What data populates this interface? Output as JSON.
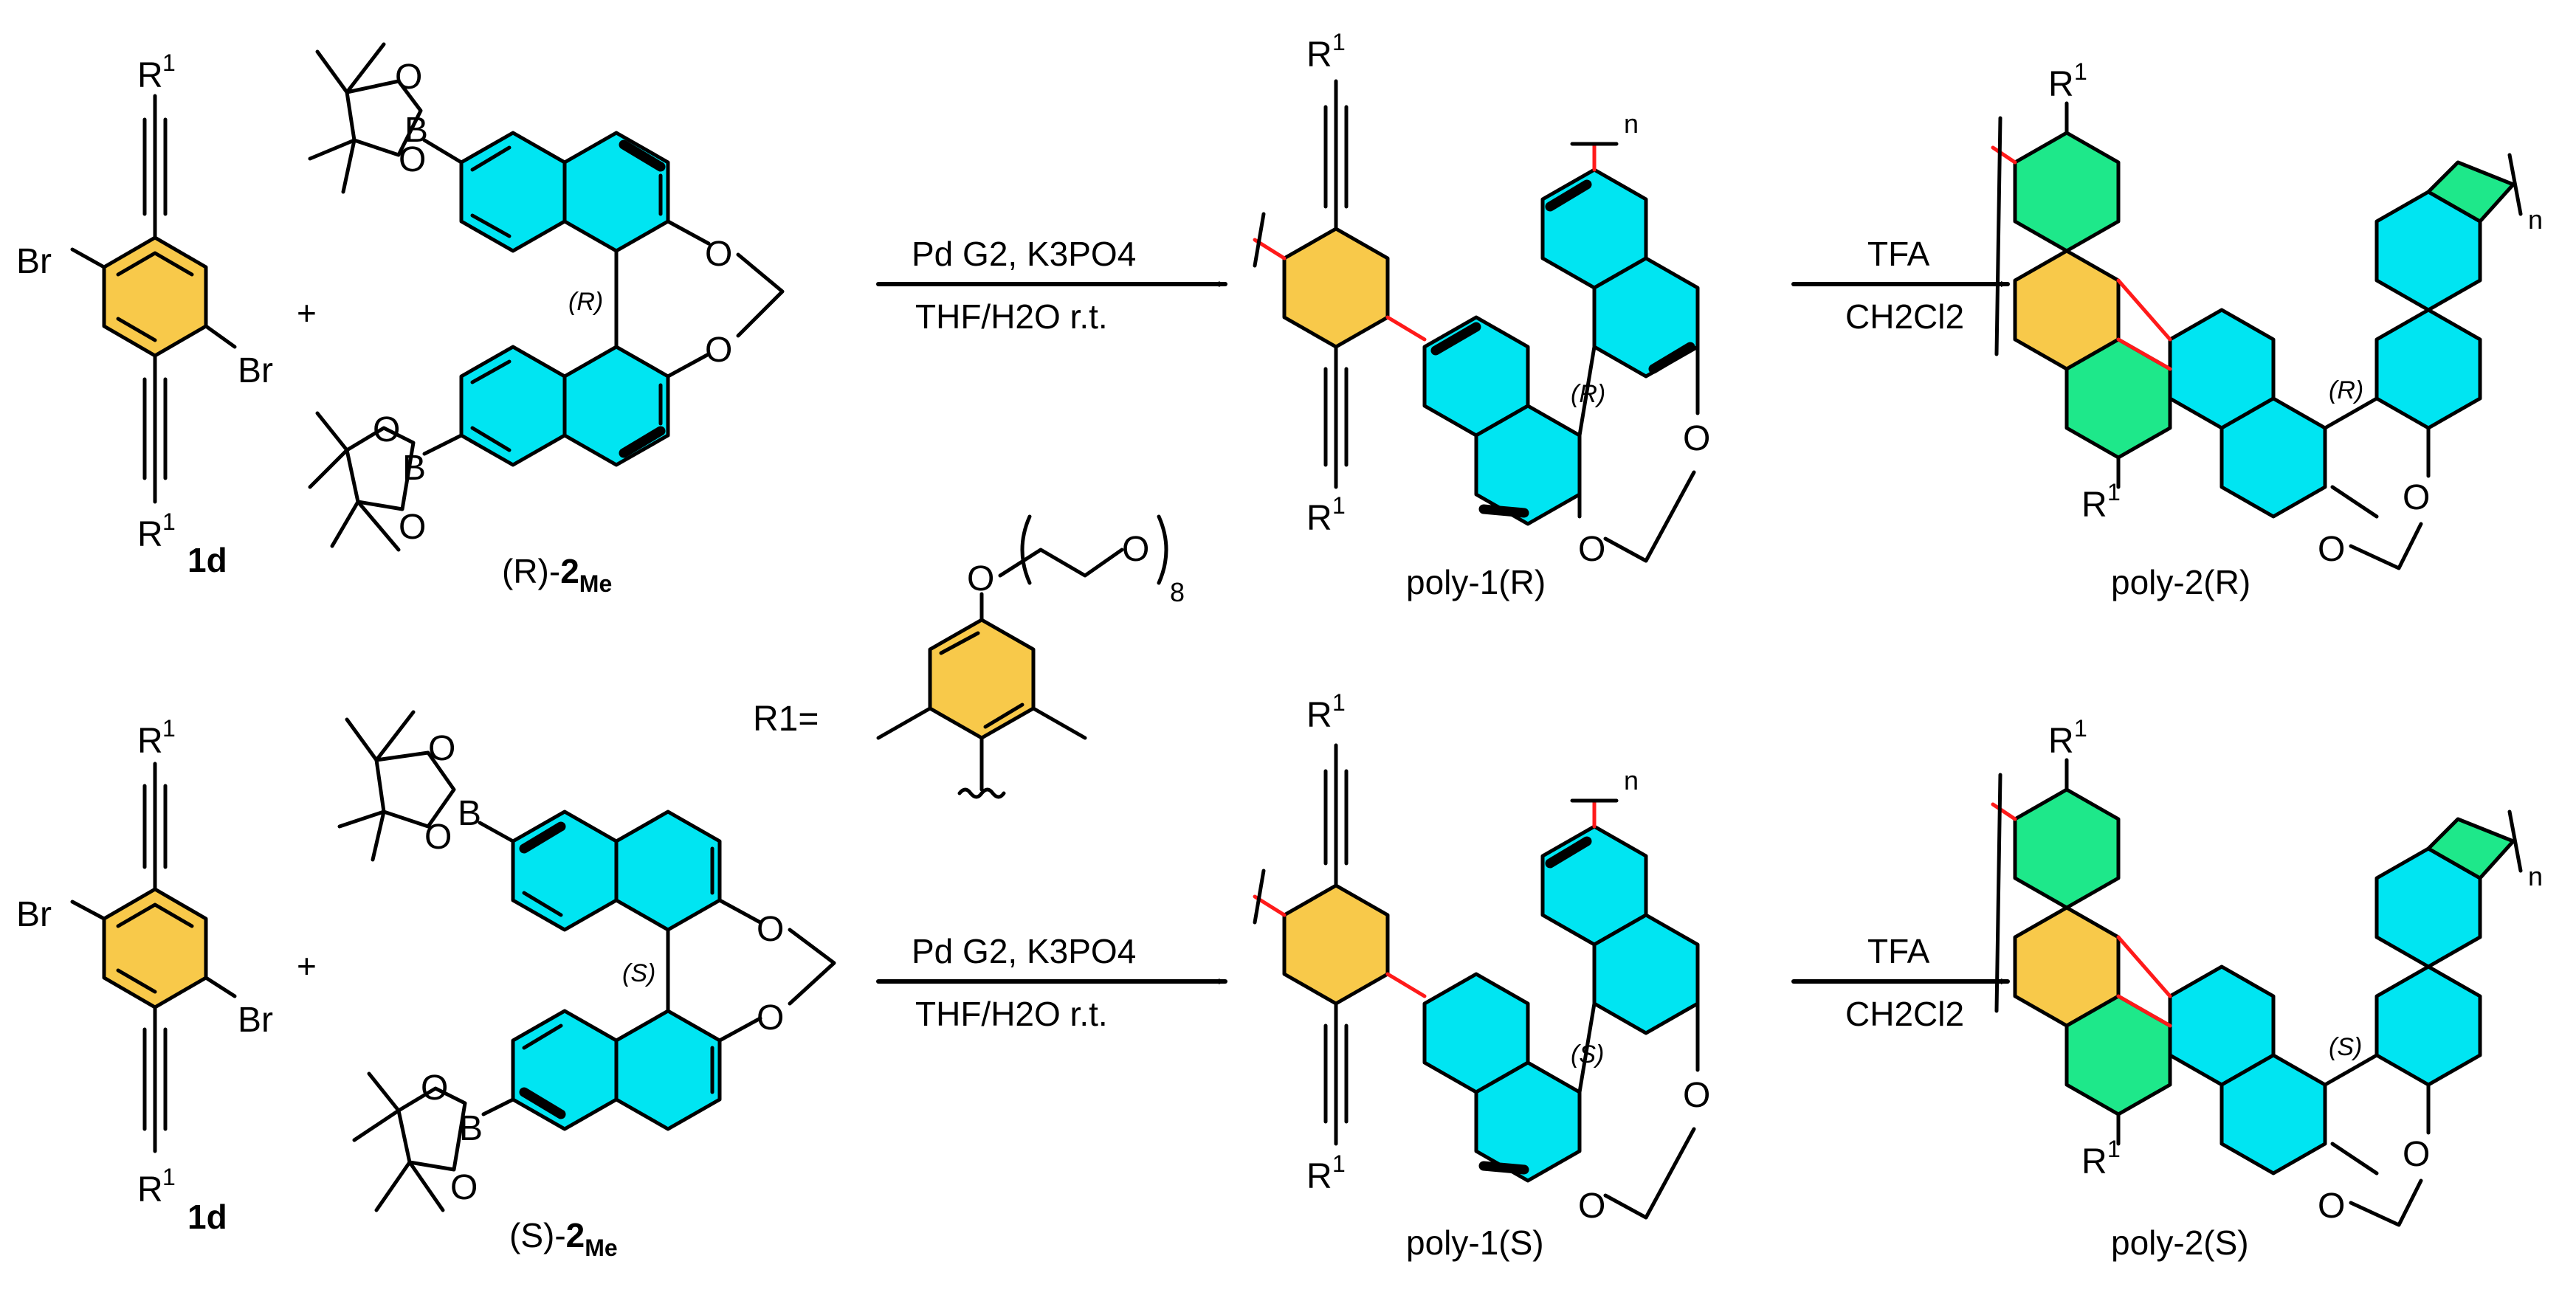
{
  "colors": {
    "benzene": "#f8c94a",
    "naphthalene": "#00e5f2",
    "new_ring": "#1ee88a",
    "new_bond": "#ff1a1a"
  },
  "atoms": {
    "br": "Br",
    "o": "O",
    "b": "B",
    "r": "R",
    "one": "1"
  },
  "top_row": {
    "monomer_label": "1d",
    "plus": "+",
    "binaphthyl_prefix": "(R)-",
    "binaphthyl_num": "2",
    "binaphthyl_sub": "Me",
    "stereo_tag": "(R)",
    "arrow1_line1": "Pd G2, K3PO4",
    "arrow1_line2": "THF/H2O r.t.",
    "poly1_label": "poly-1(R)",
    "arrow2_line1": "TFA",
    "arrow2_line2": "CH2Cl2",
    "poly2_label": "poly-2(R)",
    "n": "n"
  },
  "bottom_row": {
    "monomer_label": "1d",
    "plus": "+",
    "binaphthyl_prefix": "(S)-",
    "binaphthyl_num": "2",
    "binaphthyl_sub": "Me",
    "stereo_tag": "(S)",
    "arrow1_line1": "Pd G2, K3PO4",
    "arrow1_line2": "THF/H2O r.t.",
    "poly1_label": "poly-1(S)",
    "arrow2_line1": "TFA",
    "arrow2_line2": "CH2Cl2",
    "poly2_label": "poly-2(S)",
    "n": "n"
  },
  "substituent": {
    "r1_label": "R1=",
    "repeat": "8"
  }
}
